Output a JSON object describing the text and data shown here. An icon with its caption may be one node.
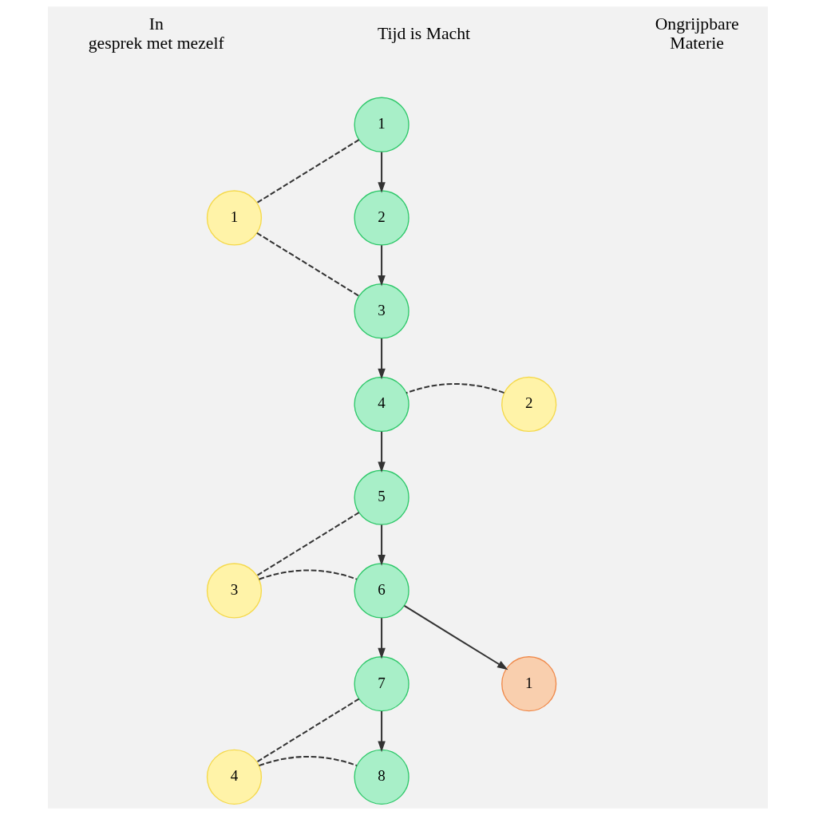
{
  "diagram": {
    "nodes": [
      {
        "text": [
          "1"
        ]
      },
      {
        "text": [
          "2"
        ]
      },
      {
        "text": [
          "3"
        ]
      },
      {
        "text": [
          "4"
        ]
      },
      {
        "text": [
          "5"
        ]
      },
      {
        "text": [
          "6"
        ]
      },
      {
        "text": [
          "7"
        ]
      },
      {
        "text": [
          "8"
        ]
      },
      {
        "text": [
          "1"
        ]
      },
      {
        "text": [
          "2"
        ]
      },
      {
        "text": [
          "3"
        ]
      },
      {
        "text": [
          "4"
        ]
      },
      {
        "text": [
          "1"
        ]
      }
    ],
    "edges": [
      {
        "from": 0,
        "to": 1,
        "arrow": "to"
      },
      {
        "from": 1,
        "to": 2,
        "arrow": "to"
      },
      {
        "from": 2,
        "to": 3,
        "arrow": "to"
      },
      {
        "from": 3,
        "to": 4,
        "arrow": "to"
      },
      {
        "from": 4,
        "to": 5,
        "arrow": "to"
      },
      {
        "from": 5,
        "to": 6,
        "arrow": "to"
      },
      {
        "from": 6,
        "to": 7,
        "arrow": "to"
      },
      {
        "from": 0,
        "to": 8,
        "arrow": "none",
        "style": "dashed"
      },
      {
        "from": 8,
        "to": 2,
        "arrow": "none",
        "style": "dashed"
      },
      {
        "from": 9,
        "to": 3,
        "arrow": "none",
        "style": "dashed"
      },
      {
        "from": 4,
        "to": 10,
        "arrow": "none",
        "style": "dashed"
      },
      {
        "from": 10,
        "to": 5,
        "arrow": "none",
        "style": "dashed"
      },
      {
        "from": 6,
        "to": 11,
        "arrow": "none",
        "style": "dashed"
      },
      {
        "from": 11,
        "to": 7,
        "arrow": "none",
        "style": "dashed"
      },
      {
        "from": 5,
        "to": 12,
        "arrow": "to"
      }
    ],
    "labels": [
      "In gesprek met mezelf",
      "Tijd is Macht",
      "Ongrijpbare Materie"
    ]
  }
}
